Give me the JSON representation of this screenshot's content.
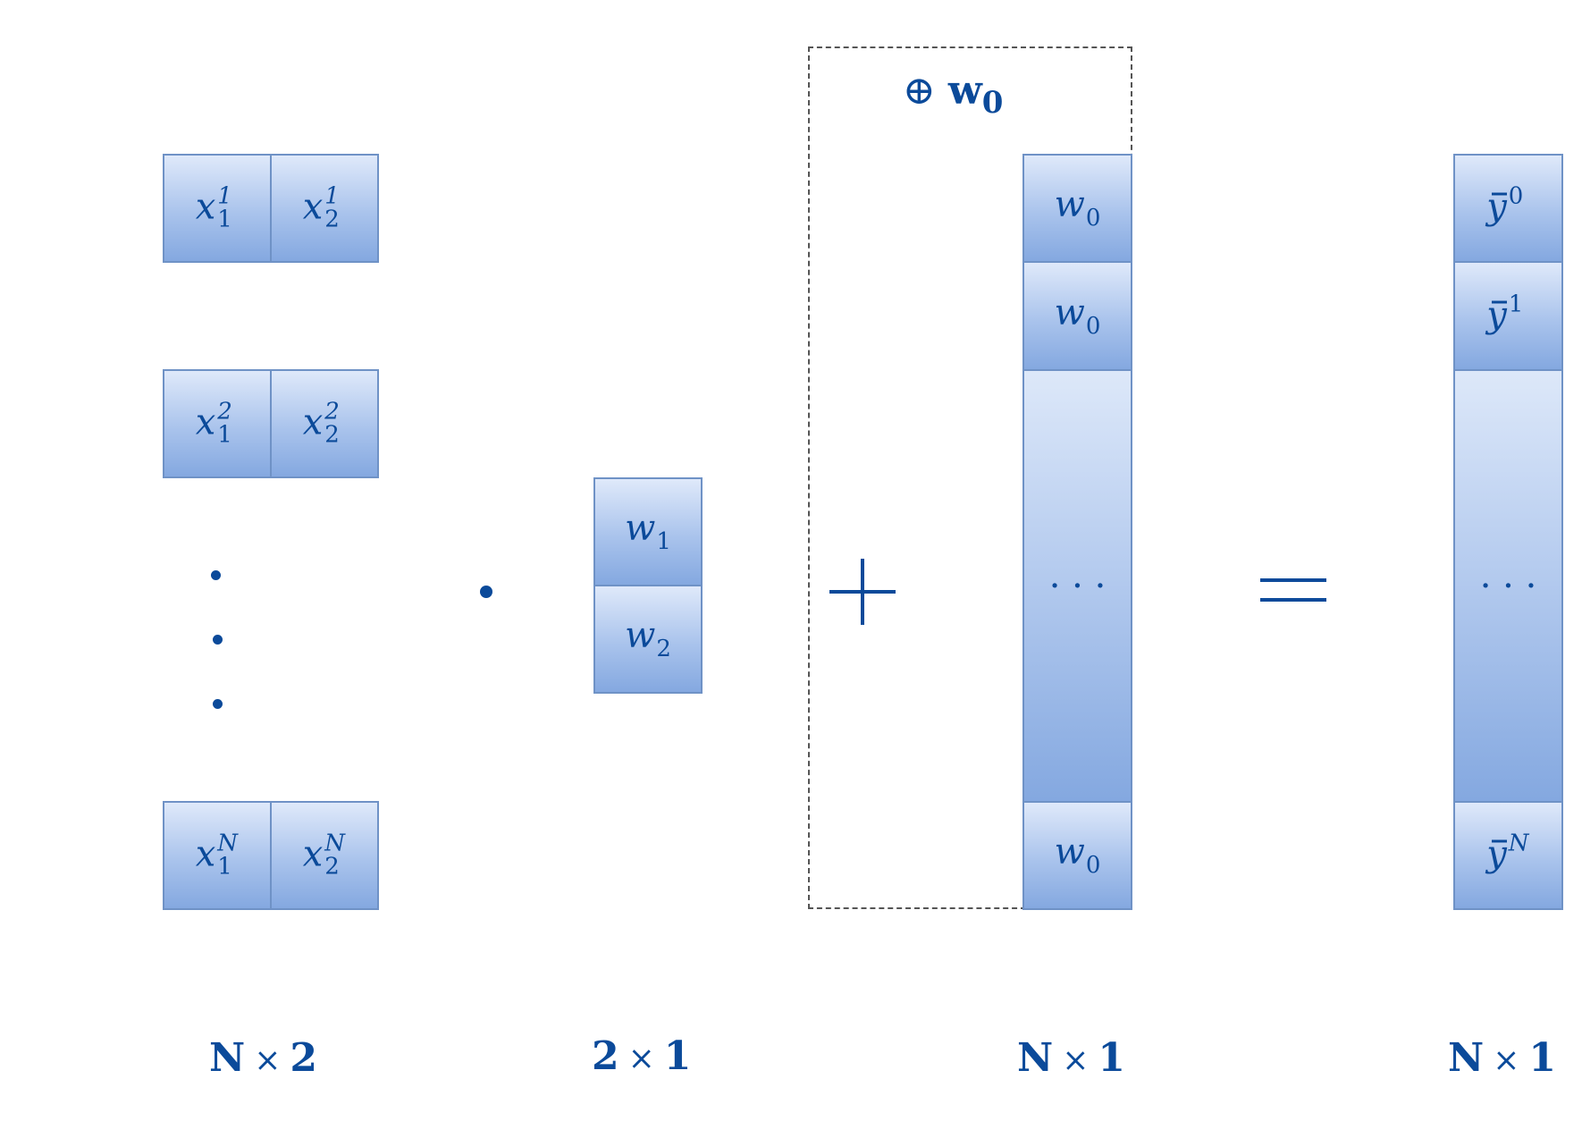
{
  "x_matrix": {
    "rows": [
      {
        "c1": {
          "base": "x",
          "sup": "1",
          "sub": "1"
        },
        "c2": {
          "base": "x",
          "sup": "1",
          "sub": "2"
        }
      },
      {
        "c1": {
          "base": "x",
          "sup": "2",
          "sub": "1"
        },
        "c2": {
          "base": "x",
          "sup": "2",
          "sub": "2"
        }
      },
      {
        "c1": {
          "base": "x",
          "sup": "N",
          "sub": "1"
        },
        "c2": {
          "base": "x",
          "sup": "N",
          "sub": "2"
        }
      }
    ],
    "dims": {
      "rows": "N",
      "times": "×",
      "cols": "2"
    }
  },
  "w_vector": {
    "cells": [
      {
        "base": "w",
        "sub": "1"
      },
      {
        "base": "w",
        "sub": "2"
      }
    ],
    "dims": {
      "rows": "2",
      "times": "×",
      "cols": "1"
    }
  },
  "bias_vector": {
    "label": {
      "oplus": "⊕",
      "base": "w",
      "sub": "0"
    },
    "cells": [
      {
        "base": "w",
        "sub": "0"
      },
      {
        "base": "w",
        "sub": "0"
      },
      {
        "text": "· · ·"
      },
      {
        "base": "w",
        "sub": "0"
      }
    ],
    "dims": {
      "rows": "N",
      "times": "×",
      "cols": "1"
    }
  },
  "y_vector": {
    "cells": [
      {
        "base": "y",
        "sup": "0"
      },
      {
        "base": "y",
        "sup": "1"
      },
      {
        "text": "· · ·"
      },
      {
        "base": "y",
        "sup": "N"
      }
    ],
    "dims": {
      "rows": "N",
      "times": "×",
      "cols": "1"
    }
  },
  "operators": {
    "dot": "·",
    "plus": "+",
    "equals": "="
  },
  "colors": {
    "primary": "#0b4a9a",
    "cell_border": "#6f92c6",
    "cell_top": "#dfe9fa",
    "cell_bottom": "#84a8e0",
    "dash": "#555555"
  }
}
